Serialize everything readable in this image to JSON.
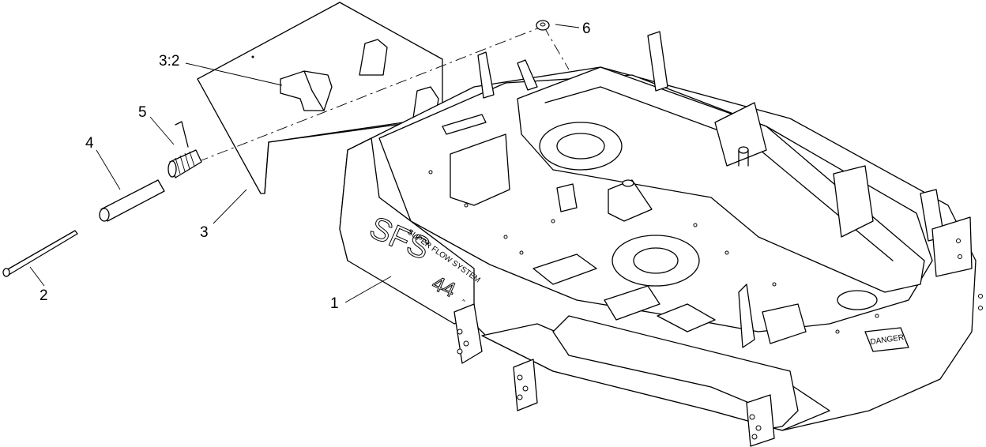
{
  "diagram": {
    "callouts": [
      {
        "id": "c1",
        "label": "1"
      },
      {
        "id": "c2",
        "label": "2"
      },
      {
        "id": "c3",
        "label": "3"
      },
      {
        "id": "c3b",
        "label": "3:2"
      },
      {
        "id": "c4",
        "label": "4"
      },
      {
        "id": "c5",
        "label": "5"
      },
      {
        "id": "c6",
        "label": "6"
      }
    ],
    "deck_decals": {
      "logo_large": "SFS",
      "banner": "SUPER FLOW SYSTEM",
      "size": "44",
      "size_suffix": "\"",
      "warning": "DANGER"
    }
  }
}
